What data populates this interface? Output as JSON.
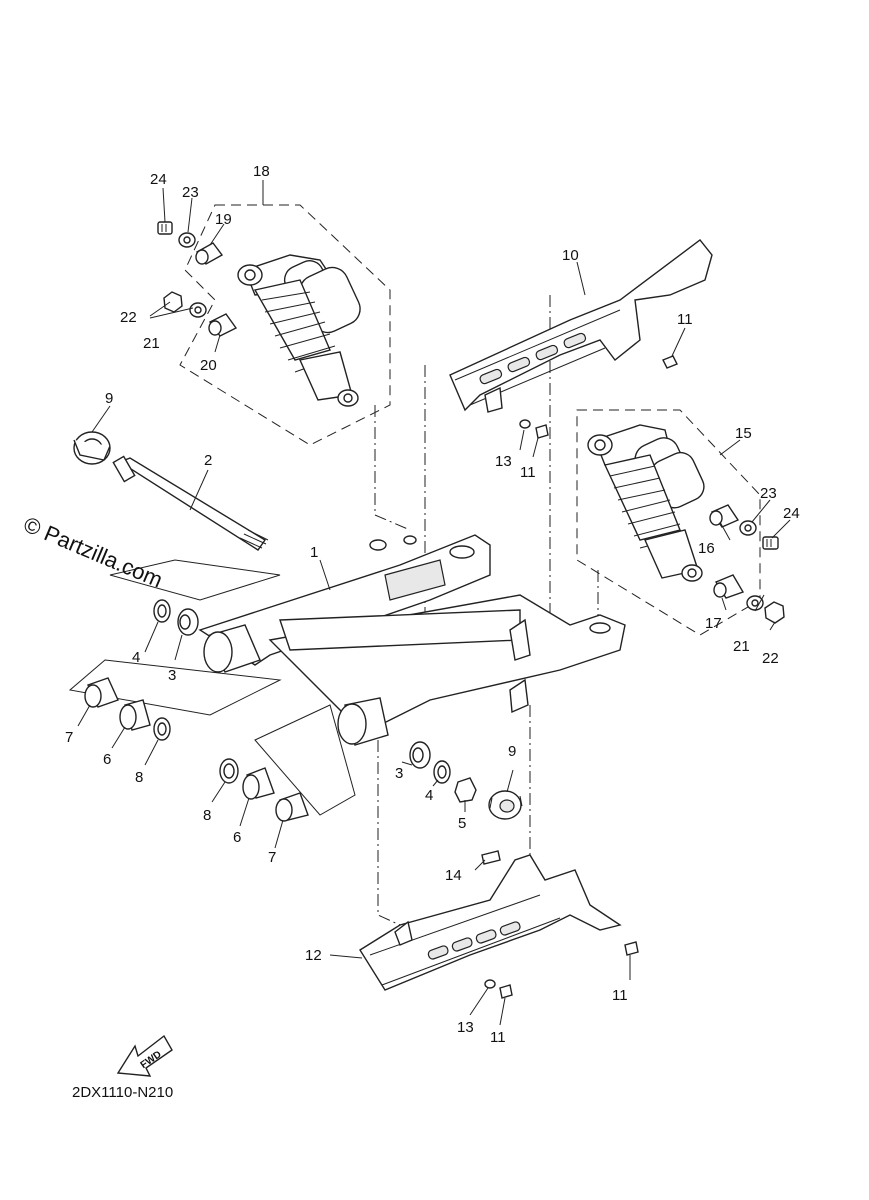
{
  "watermark": "© Partzilla.com",
  "diagram_code": "2DX1110-N210",
  "fwd_label": "FWD",
  "callouts": [
    "1",
    "2",
    "3",
    "4",
    "5",
    "6",
    "7",
    "8",
    "9",
    "10",
    "11",
    "12",
    "13",
    "14",
    "15",
    "16",
    "17",
    "18",
    "19",
    "20",
    "21",
    "22",
    "23",
    "24"
  ]
}
